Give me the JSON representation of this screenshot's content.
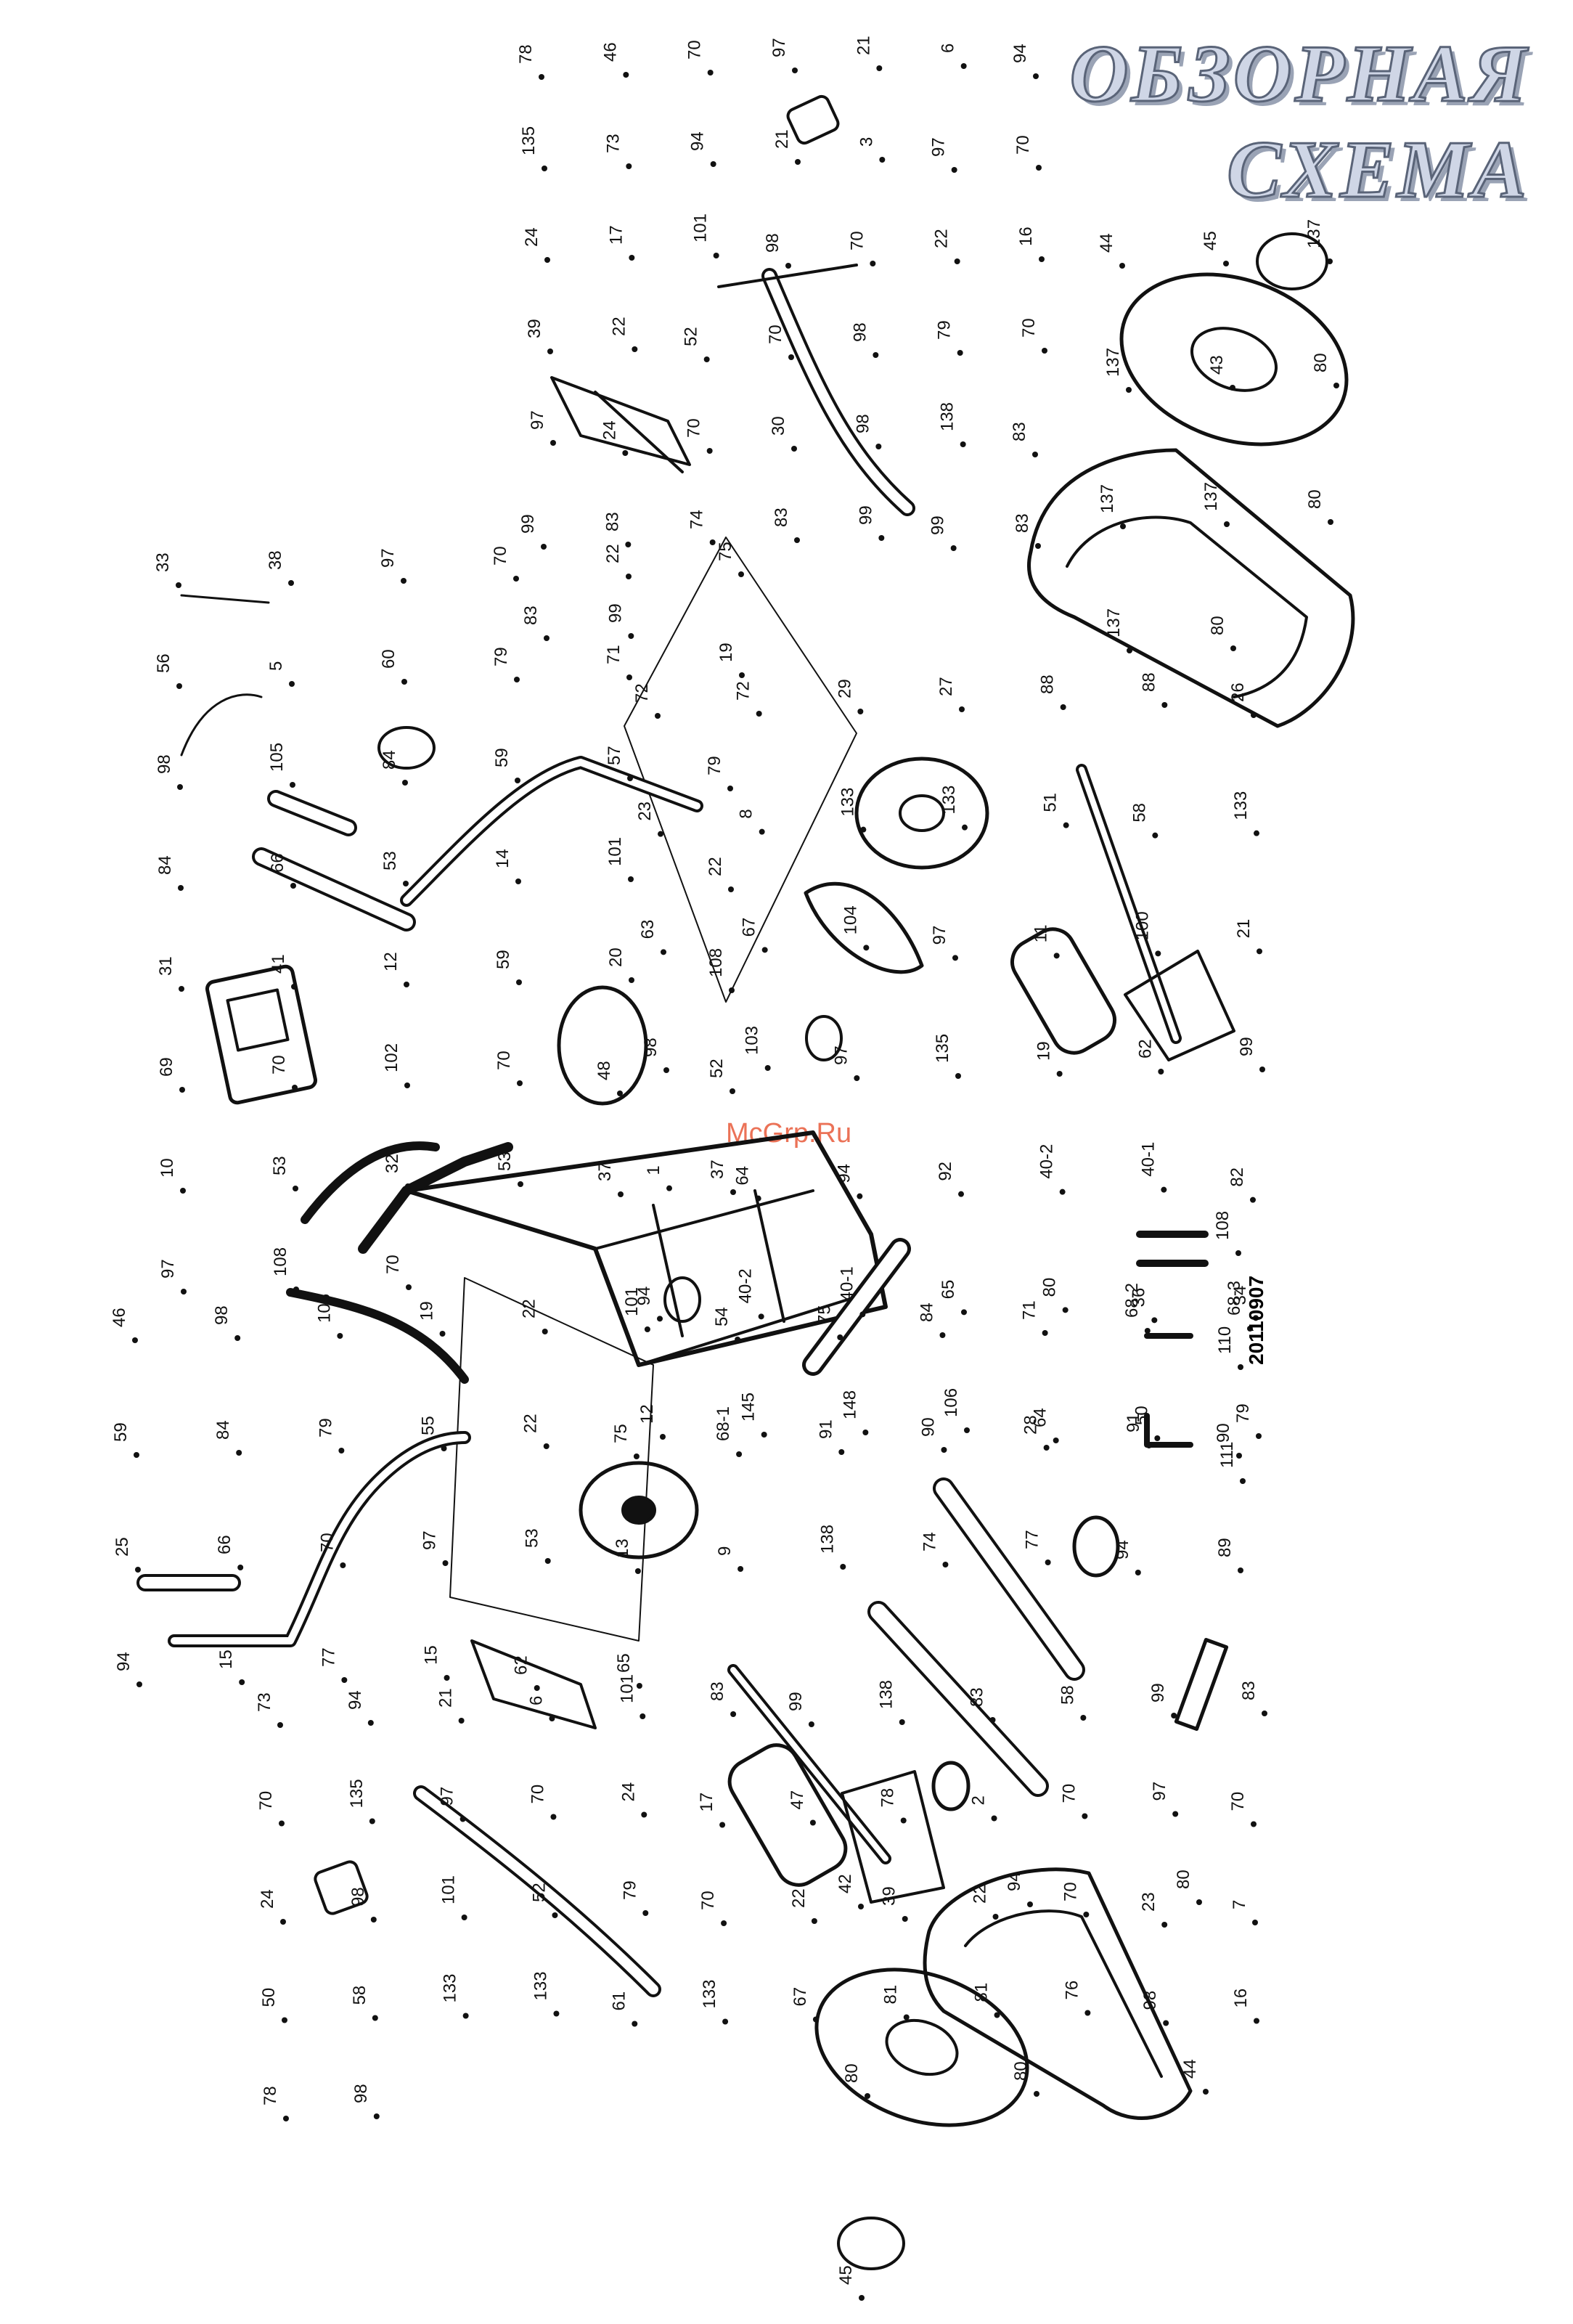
{
  "heading": {
    "line1": "ОБЗОРНАЯ",
    "line2": "СХЕМА"
  },
  "watermark": "McGrp.Ru",
  "drawing_code": "20110907",
  "part_labels": {
    "top_right": [
      "78",
      "46",
      "70",
      "97",
      "21",
      "6",
      "94",
      "135",
      "73",
      "94",
      "21",
      "3",
      "97",
      "70",
      "24",
      "17",
      "101",
      "98",
      "70",
      "22",
      "16",
      "39",
      "22",
      "52",
      "70",
      "98",
      "79",
      "70",
      "97",
      "24",
      "70",
      "30",
      "98",
      "138",
      "83",
      "99",
      "83",
      "74",
      "83",
      "99",
      "99",
      "83",
      "83",
      "99"
    ],
    "right_covers": [
      "44",
      "45",
      "137",
      "137",
      "43",
      "80",
      "137",
      "137",
      "80",
      "137",
      "80"
    ],
    "middle_upper": [
      "33",
      "38",
      "97",
      "70",
      "22",
      "75",
      "56",
      "5",
      "60",
      "79",
      "71",
      "19",
      "98",
      "105",
      "84",
      "59",
      "57",
      "79",
      "84",
      "66",
      "53",
      "14",
      "101",
      "22",
      "31",
      "41",
      "12",
      "59",
      "20",
      "108",
      "69",
      "70",
      "102",
      "70",
      "48",
      "52",
      "10",
      "53",
      "32",
      "53",
      "37",
      "37",
      "97",
      "108",
      "70"
    ],
    "middle_center": [
      "72",
      "72",
      "29",
      "27",
      "88",
      "88",
      "26",
      "23",
      "8",
      "133",
      "133",
      "51",
      "58",
      "133",
      "63",
      "67",
      "104",
      "97",
      "11",
      "100",
      "21",
      "98",
      "103",
      "97",
      "135",
      "19",
      "62",
      "99",
      "1",
      "64",
      "94",
      "92",
      "40-2",
      "40-1",
      "82",
      "94",
      "40-2",
      "40-1",
      "65",
      "80",
      "36",
      "34",
      "12",
      "145",
      "148",
      "106",
      "64",
      "50",
      "79"
    ],
    "middle_lower": [
      "46",
      "98",
      "105",
      "19",
      "22",
      "101",
      "54",
      "75",
      "84",
      "71",
      "68-2",
      "68-3",
      "59",
      "84",
      "79",
      "55",
      "22",
      "75",
      "68-1",
      "91",
      "90",
      "28",
      "91",
      "90",
      "25",
      "66",
      "70",
      "97",
      "53",
      "13",
      "9",
      "138",
      "74",
      "77",
      "94",
      "89",
      "94",
      "15",
      "77",
      "15",
      "62",
      "65"
    ],
    "bottom_left": [
      "73",
      "94",
      "21",
      "6",
      "101",
      "83",
      "99",
      "138",
      "83",
      "58",
      "99",
      "83",
      "70",
      "135",
      "97",
      "70",
      "24",
      "17",
      "47",
      "78",
      "2",
      "70",
      "97",
      "70",
      "24",
      "98",
      "101",
      "52",
      "79",
      "70",
      "22",
      "39",
      "22",
      "70",
      "23",
      "7",
      "50",
      "58",
      "133",
      "133",
      "61",
      "133",
      "67",
      "81",
      "81",
      "76",
      "98",
      "16",
      "78",
      "98"
    ],
    "bottom_covers": [
      "42",
      "94",
      "80",
      "80",
      "80",
      "44",
      "45"
    ],
    "tools": [
      "108",
      "110",
      "111"
    ]
  }
}
